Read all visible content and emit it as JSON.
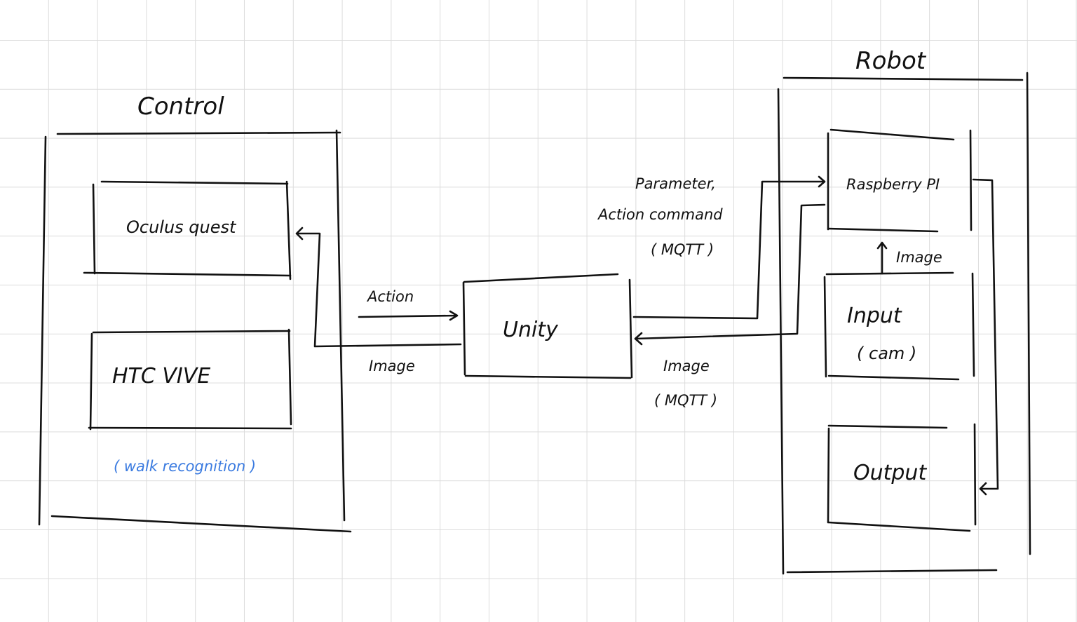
{
  "groups": {
    "control": {
      "title": "Control"
    },
    "robot": {
      "title": "Robot"
    }
  },
  "nodes": {
    "oculus": "Oculus quest",
    "htc": "HTC VIVE",
    "walk_note": "( walk recognition )",
    "unity": "Unity",
    "raspberry": "Raspberry PI",
    "input_line1": "Input",
    "input_line2": "( cam )",
    "output": "Output"
  },
  "edges": {
    "action": "Action",
    "image_left": "Image",
    "param_line1": "Parameter,",
    "param_line2": "Action command",
    "param_line3": "( MQTT )",
    "image_mqtt_line1": "Image",
    "image_mqtt_line2": "( MQTT )",
    "image_robot": "Image"
  },
  "colors": {
    "ink": "#111111",
    "annotation": "#3b7be0",
    "grid": "#dcdcdc"
  }
}
